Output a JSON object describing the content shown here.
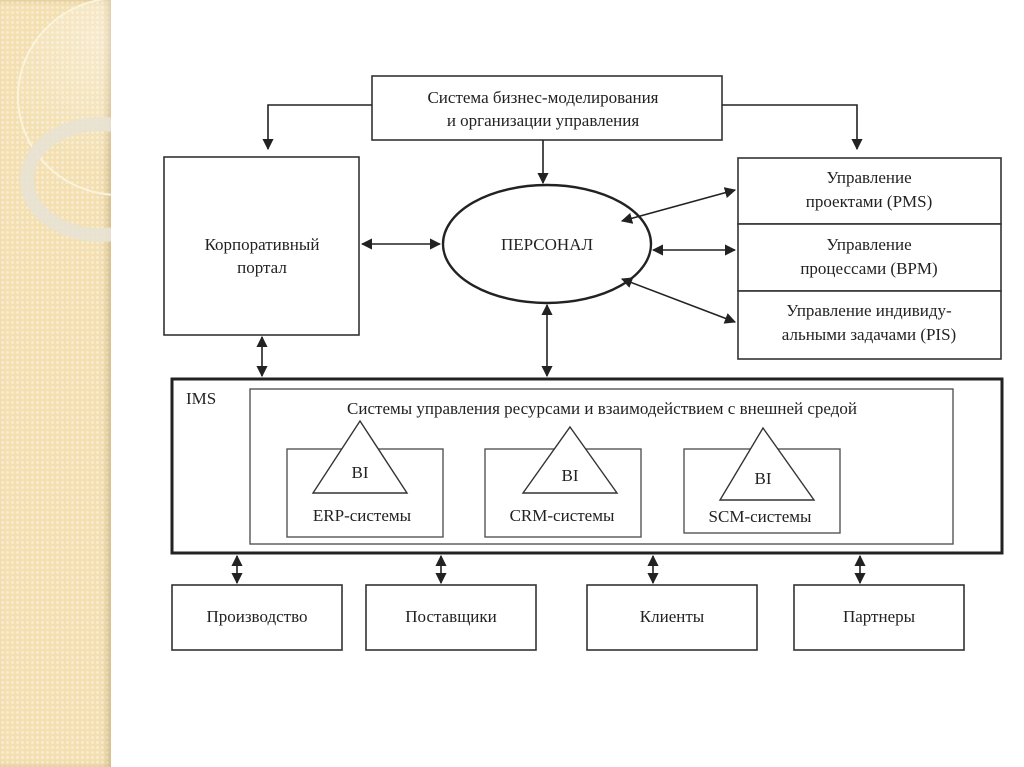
{
  "diagram": {
    "top_box": {
      "line1": "Система бизнес-моделирования",
      "line2": "и организации управления"
    },
    "portal": {
      "line1": "Корпоративный",
      "line2": "портал"
    },
    "personnel": "ПЕРСОНАЛ",
    "management_boxes": [
      {
        "line1": "Управление",
        "line2": "проектами (PMS)"
      },
      {
        "line1": "Управление",
        "line2": "процессами (BPM)"
      },
      {
        "line1": "Управление индивиду-",
        "line2": "альными задачами (PIS)"
      }
    ],
    "ims": {
      "label": "IMS",
      "inner_title": "Системы управления ресурсами и взаимодействием с внешней средой",
      "systems": [
        {
          "badge": "BI",
          "label": "ERP-системы"
        },
        {
          "badge": "BI",
          "label": "CRM-системы"
        },
        {
          "badge": "BI",
          "label": "SCM-системы"
        }
      ]
    },
    "external": [
      "Производство",
      "Поставщики",
      "Клиенты",
      "Партнеры"
    ]
  }
}
